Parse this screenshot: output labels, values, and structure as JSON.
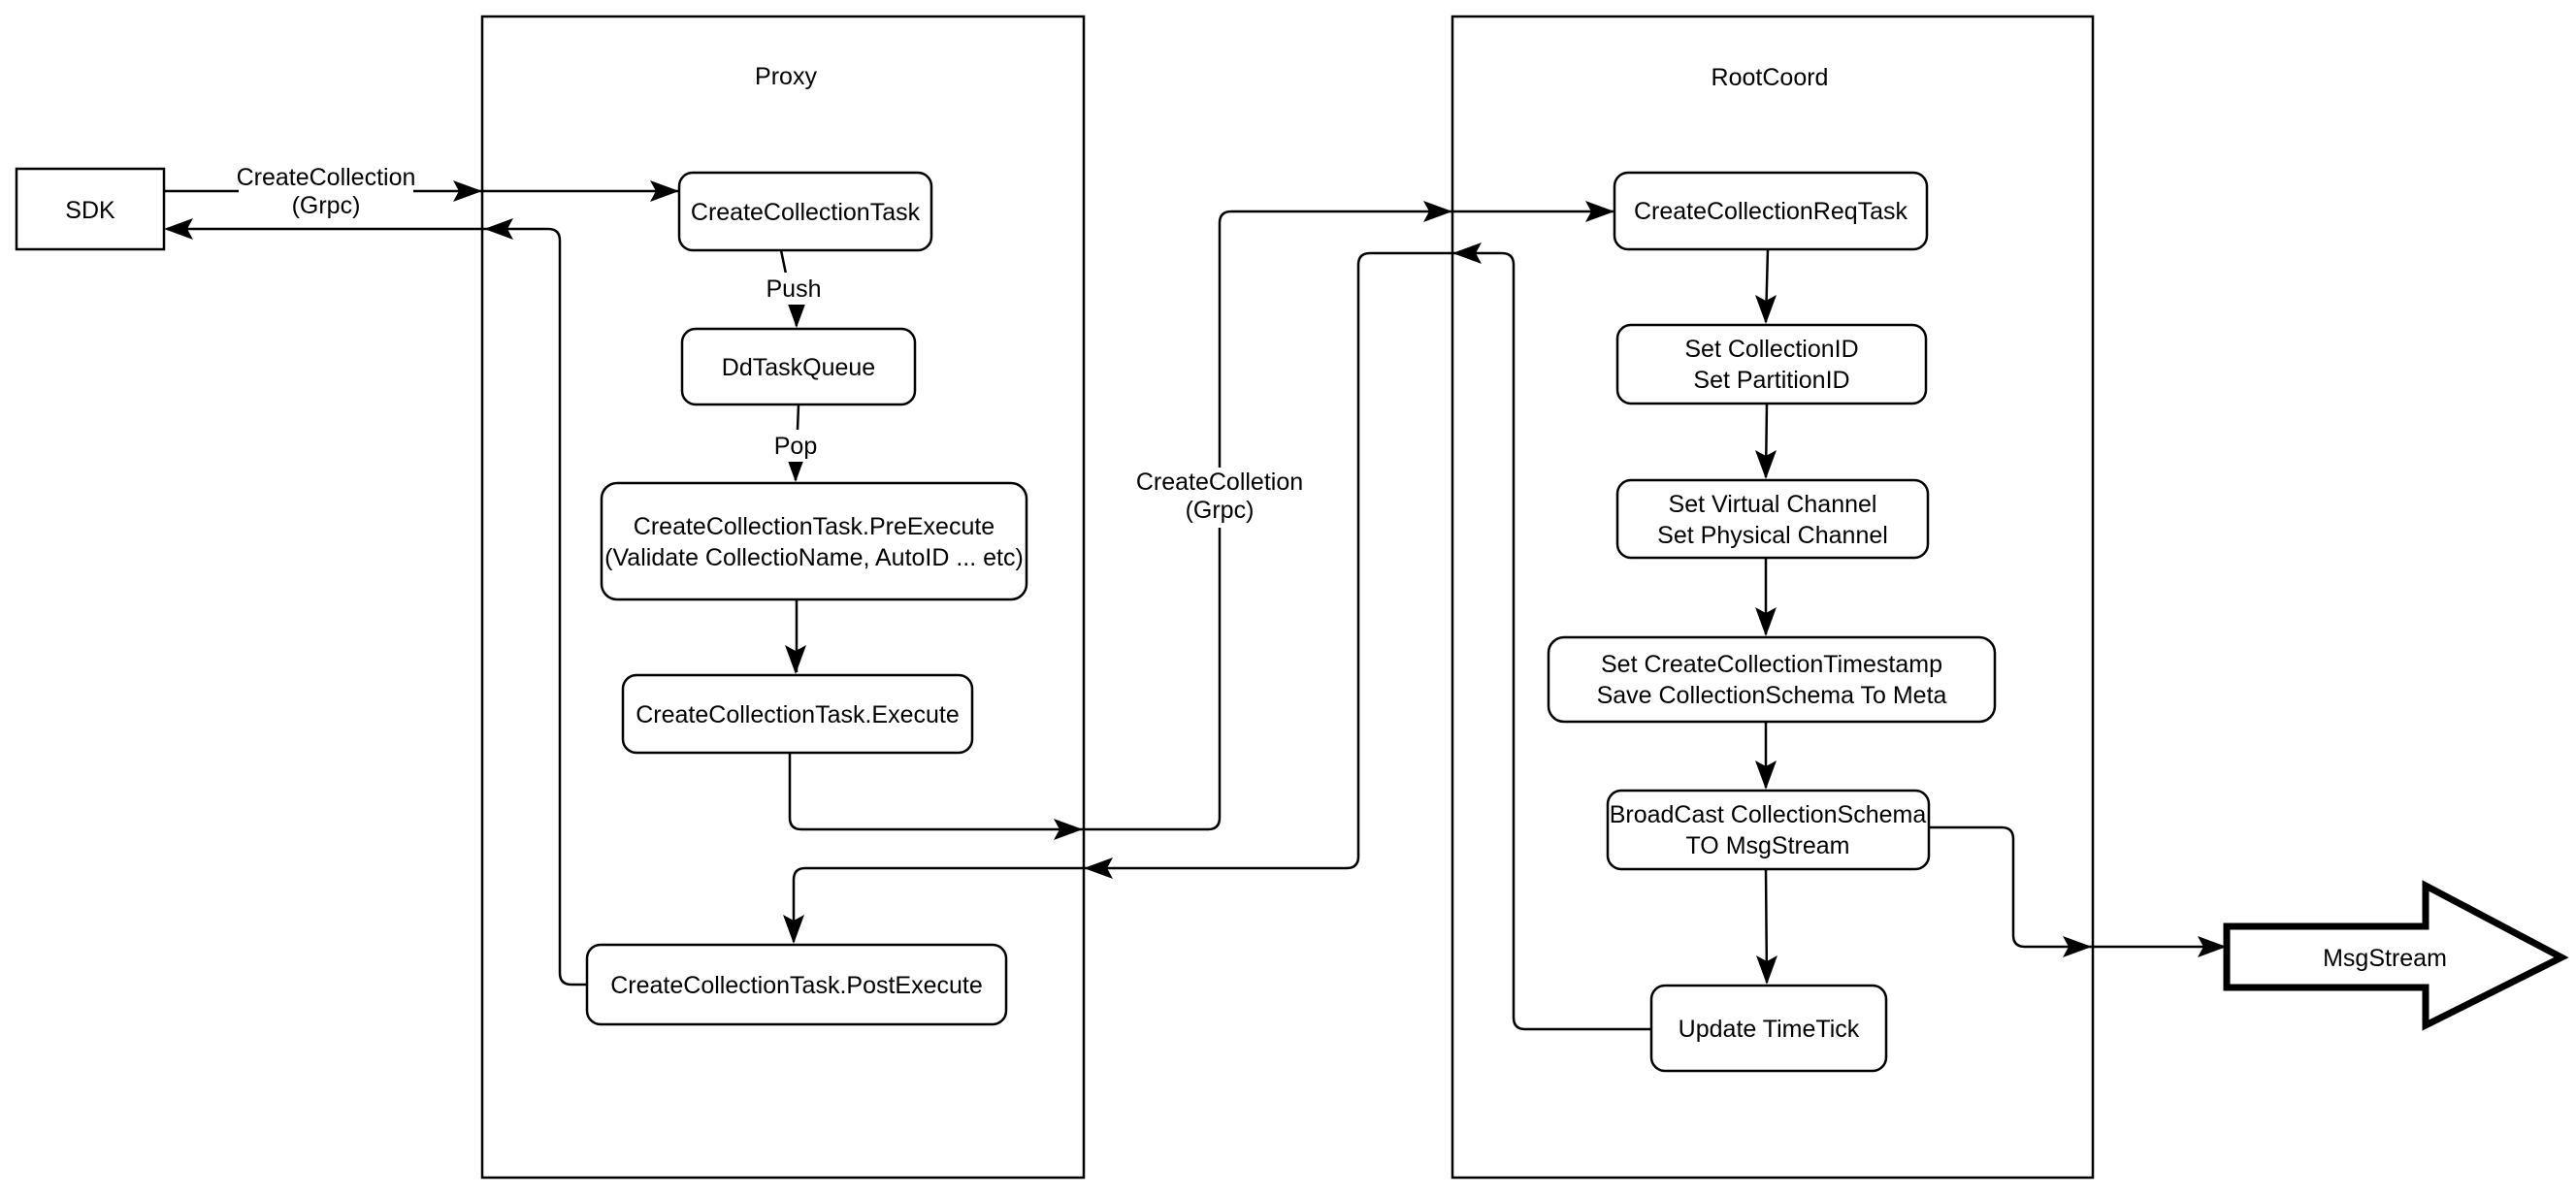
{
  "page": {
    "background": "#ffffff"
  },
  "diagram": {
    "colors": {
      "stroke": "#000000",
      "node_fill": "#ffffff"
    },
    "containers": {
      "proxy": {
        "label": "Proxy"
      },
      "rootcoord": {
        "label": "RootCoord"
      }
    },
    "nodes": {
      "sdk": {
        "label": "SDK"
      },
      "createCollectionTask": {
        "label": "CreateCollectionTask"
      },
      "ddTaskQueue": {
        "label": "DdTaskQueue"
      },
      "preExecute": {
        "line1": "CreateCollectionTask.PreExecute",
        "line2": "(Validate CollectioName, AutoID ... etc)"
      },
      "execute": {
        "label": "CreateCollectionTask.Execute"
      },
      "postExecute": {
        "label": "CreateCollectionTask.PostExecute"
      },
      "createCollectionReqTask": {
        "label": "CreateCollectionReqTask"
      },
      "setCollectionId": {
        "line1": "Set CollectionID",
        "line2": "Set PartitionID"
      },
      "setChannels": {
        "line1": "Set Virtual Channel",
        "line2": "Set Physical Channel"
      },
      "setTimestamp": {
        "line1": "Set CreateCollectionTimestamp",
        "line2": "Save CollectionSchema To Meta"
      },
      "broadcast": {
        "line1": "BroadCast CollectionSchema",
        "line2": "TO MsgStream"
      },
      "updateTimeTick": {
        "label": "Update TimeTick"
      }
    },
    "edgeLabels": {
      "sdkGrpc": {
        "line1": "CreateCollection",
        "line2": "(Grpc)"
      },
      "proxyGrpc": {
        "line1": "CreateColletion",
        "line2": "(Grpc)"
      },
      "push": {
        "label": "Push"
      },
      "pop": {
        "label": "Pop"
      }
    },
    "terminator": {
      "label": "MsgStream"
    }
  }
}
